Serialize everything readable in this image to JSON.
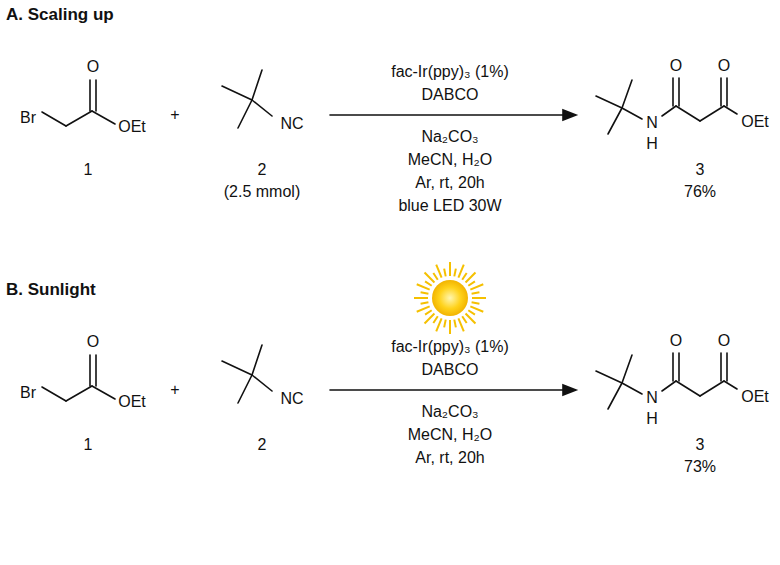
{
  "diagram": {
    "labels": [
      "A. Scaling up",
      "O",
      "Br",
      "OEt",
      "1",
      "+",
      "NC",
      "2",
      "(2.5 mmol)",
      "fac-Ir(ppy)₃ (1%)",
      "DABCO",
      "Na₂CO₃",
      "MeCN, H₂O",
      "Ar, rt, 20h",
      "blue LED 30W",
      "O",
      "O",
      "N",
      "H",
      "OEt",
      "3",
      "76%",
      "B. Sunlight",
      "O",
      "Br",
      "OEt",
      "1",
      "+",
      "NC",
      "2",
      "fac-Ir(ppy)₃ (1%)",
      "DABCO",
      "Na₂CO₃",
      "MeCN, H₂O",
      "Ar, rt, 20h",
      "O",
      "O",
      "N",
      "H",
      "OEt",
      "3",
      "73%"
    ]
  }
}
